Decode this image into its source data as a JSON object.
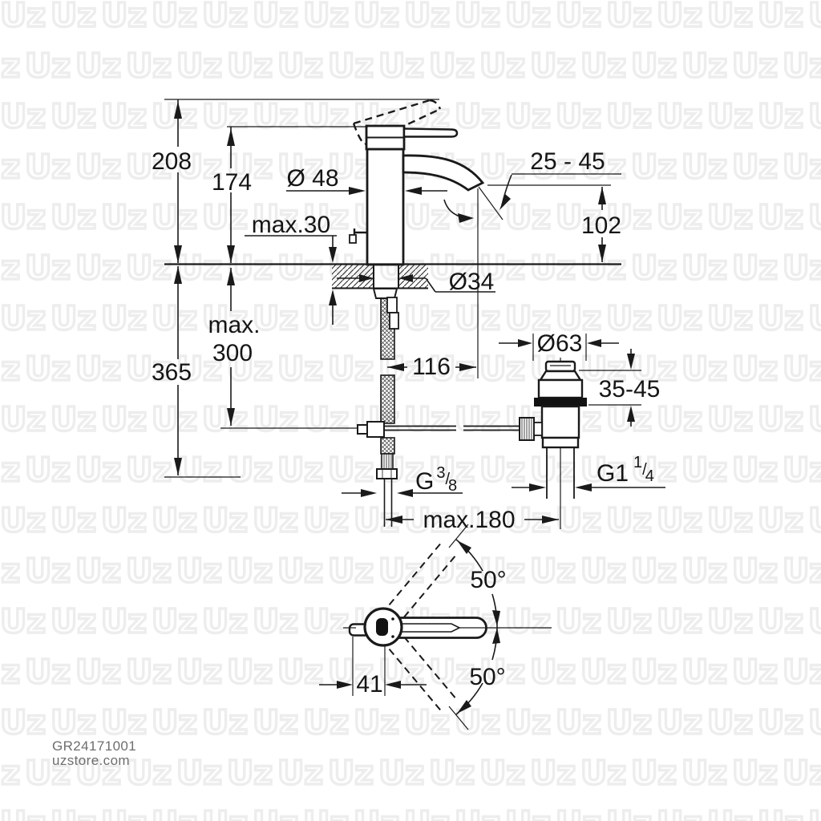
{
  "watermark": {
    "tile": "Uz"
  },
  "footer": {
    "product_code": "GR24171001",
    "website": "uzstore.com"
  },
  "colors": {
    "line": "#1a1a1a",
    "text": "#151515",
    "watermark": "#ededed",
    "footer_text": "#6d6d6d",
    "background": "#ffffff"
  },
  "dimensions": {
    "total_height": "208",
    "height_to_lever": "174",
    "body_diameter": "Ø 48",
    "deck_thickness": "max.30",
    "aerator_angle_range": "25 - 45",
    "spout_height_above_deck": "102",
    "hole_diameter": "Ø34",
    "hose_length_line1": "max.",
    "hose_length_line2": "300",
    "total_below_height": "365",
    "spout_projection": "116",
    "waste_flange_diameter": "Ø63",
    "waste_deck_range": "35-45",
    "supply_thread": {
      "g": "G",
      "sup": "3",
      "slash": "/",
      "sub": "8"
    },
    "waste_thread": {
      "g": "G1",
      "sup": "1",
      "slash": "/",
      "sub": "4"
    },
    "rod_reach": "max.180",
    "swivel_angle_upper": "50°",
    "swivel_angle_lower": "50°",
    "spout_offset": "41"
  }
}
